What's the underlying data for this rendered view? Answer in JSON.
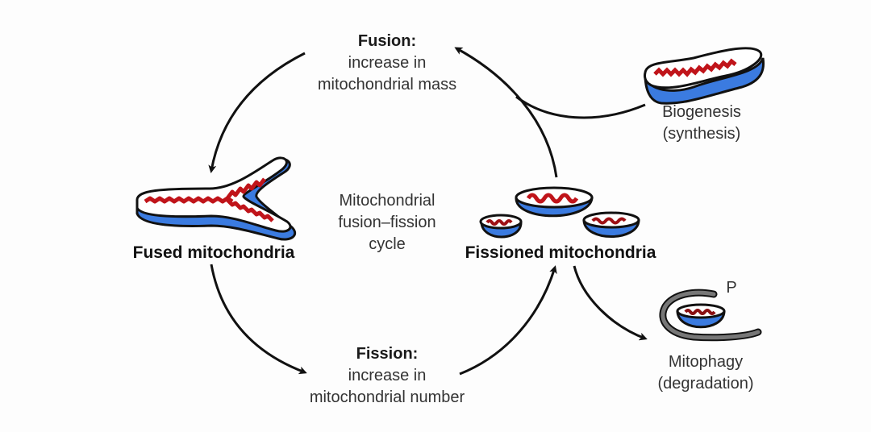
{
  "diagram": {
    "center_label": [
      "Mitochondrial",
      "fusion–fission",
      "cycle"
    ],
    "fusion": {
      "heading": "Fusion:",
      "lines": [
        "increase in",
        "mitochondrial mass"
      ]
    },
    "fission": {
      "heading": "Fission:",
      "lines": [
        "increase in",
        "mitochondrial number"
      ]
    },
    "fused": {
      "label": "Fused mitochondria"
    },
    "fissioned": {
      "label": "Fissioned mitochondria"
    },
    "biogenesis": {
      "lines": [
        "Biogenesis",
        "(synthesis)"
      ]
    },
    "mitophagy": {
      "lines": [
        "Mitophagy",
        "(degradation)"
      ],
      "marker": "P"
    },
    "colors": {
      "membrane": "#3b7be0",
      "cristae": "#c0141a",
      "outline": "#111111",
      "phagophore": "#777777"
    }
  }
}
